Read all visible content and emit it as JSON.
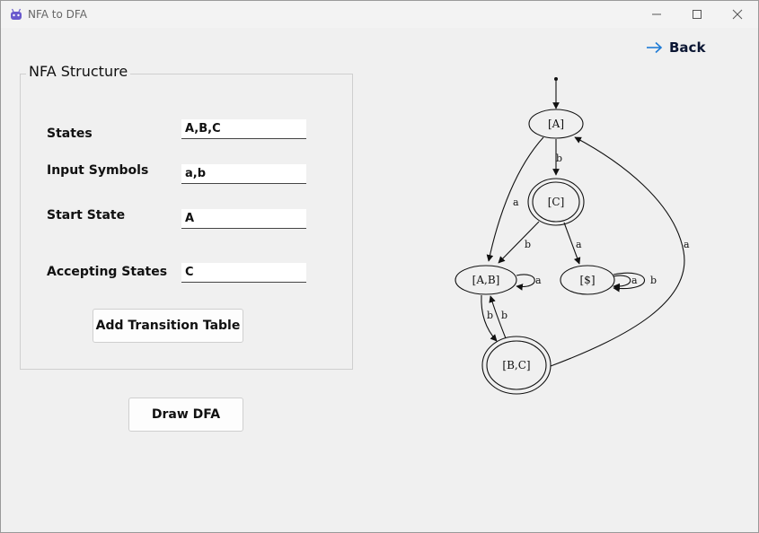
{
  "window": {
    "title": "NFA to DFA",
    "app_icon": "android-robot-icon"
  },
  "nav": {
    "back_label": "Back",
    "back_icon": "arrow-right-icon",
    "accent_color": "#1e7bd6"
  },
  "nfa_structure": {
    "title": "NFA Structure",
    "fields": {
      "states": {
        "label": "States",
        "value": "A,B,C"
      },
      "input_symbols": {
        "label": "Input Symbols",
        "value": "a,b"
      },
      "start_state": {
        "label": "Start State",
        "value": "A"
      },
      "accepting_states": {
        "label": "Accepting States",
        "value": "C"
      }
    },
    "add_transition_table_label": "Add Transition Table"
  },
  "actions": {
    "draw_dfa_label": "Draw DFA"
  },
  "dfa_graph": {
    "states": [
      {
        "id": "A",
        "label": "[A]",
        "accepting": false,
        "start": true
      },
      {
        "id": "C",
        "label": "[C]",
        "accepting": true,
        "start": false
      },
      {
        "id": "AB",
        "label": "[A,B]",
        "accepting": false,
        "start": false
      },
      {
        "id": "S",
        "label": "[$]",
        "accepting": false,
        "start": false
      },
      {
        "id": "BC",
        "label": "[B,C]",
        "accepting": true,
        "start": false
      }
    ],
    "transitions": [
      {
        "from": "A",
        "to": "C",
        "symbol": "b"
      },
      {
        "from": "A",
        "to": "AB",
        "symbol": "a"
      },
      {
        "from": "C",
        "to": "AB",
        "symbol": "b"
      },
      {
        "from": "C",
        "to": "S",
        "symbol": "a"
      },
      {
        "from": "AB",
        "to": "AB",
        "symbol": "a"
      },
      {
        "from": "S",
        "to": "S",
        "symbol": "a"
      },
      {
        "from": "S",
        "to": "S",
        "symbol": "b"
      },
      {
        "from": "AB",
        "to": "BC",
        "symbol": "b"
      },
      {
        "from": "BC",
        "to": "AB",
        "symbol": "b"
      },
      {
        "from": "BC",
        "to": "A",
        "symbol": "a"
      }
    ]
  }
}
